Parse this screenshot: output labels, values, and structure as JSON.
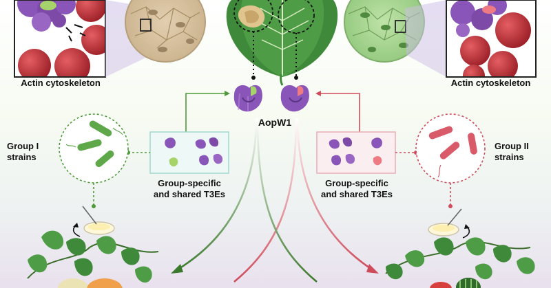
{
  "labels": {
    "actin_left": "Actin cytoskeleton",
    "actin_right": "Actin cytoskeleton",
    "effector": "AopW1",
    "group1_line1": "Group I",
    "group1_line2": "strains",
    "group2_line1": "Group II",
    "group2_line2": "strains",
    "t3e_left_line1": "Group-specific",
    "t3e_left_line2": "and shared T3Es",
    "t3e_right_line1": "Group-specific",
    "t3e_right_line2": "and shared T3Es"
  },
  "colors": {
    "group1_green": "#4e9a3a",
    "group2_red": "#cf4a5a",
    "effector_purple": "#8a55b8",
    "actin_red": "#c8373f",
    "leaf_green": "#3f8a3a"
  },
  "icons": {
    "bacteria_group1": "rod-bacteria-green",
    "bacteria_group2": "rod-bacteria-red",
    "plant_left": "melon-plant",
    "plant_right": "watermelon-plant",
    "leaf": "leaf"
  }
}
